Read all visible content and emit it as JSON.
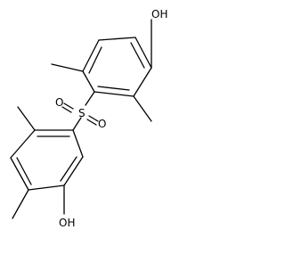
{
  "structure": {
    "description_labels": {
      "top_hydroxyl": "OH",
      "bottom_hydroxyl": "OH",
      "sulfur": "S",
      "oxygen_left": "O",
      "oxygen_right": "O"
    },
    "colors": {
      "bond": "#000000",
      "text": "#000000",
      "background": "#ffffff"
    }
  }
}
